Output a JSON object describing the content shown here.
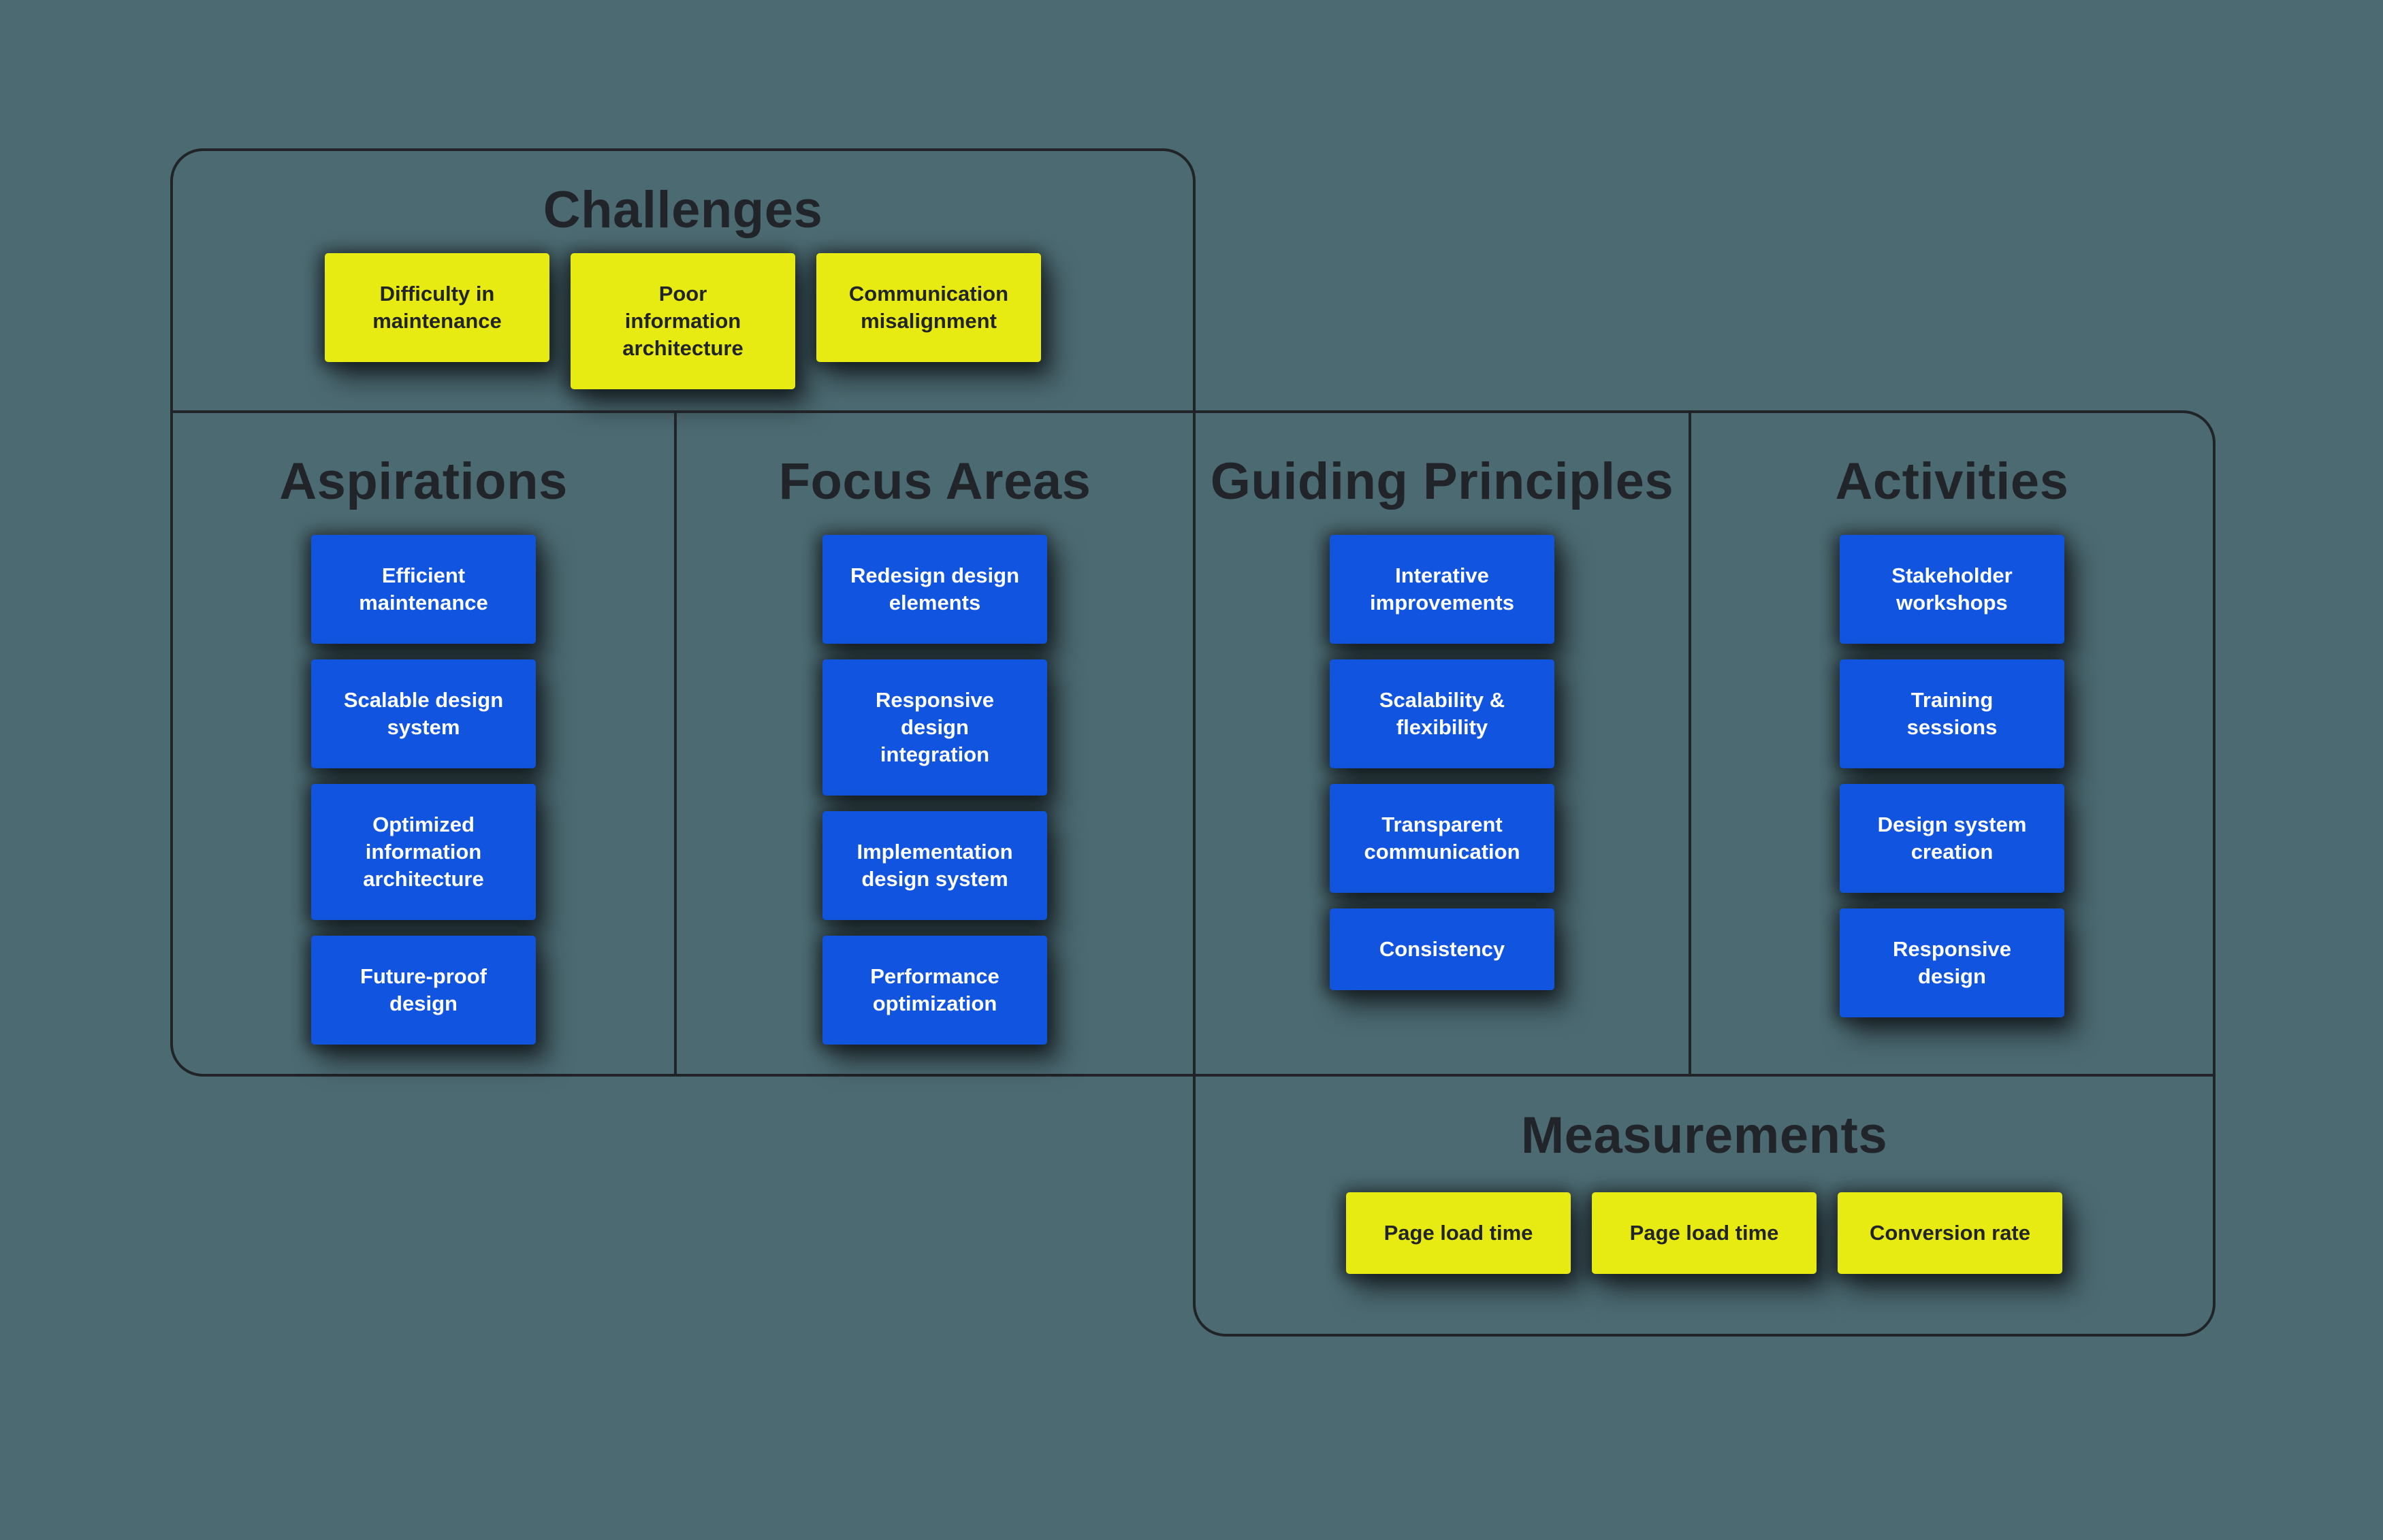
{
  "colors": {
    "background": "#4C6A72",
    "line": "#212426",
    "ink": "#212529",
    "blue": "#1154DF",
    "yellow": "#E8EB12",
    "text_light": "#FFFFFF"
  },
  "sections": {
    "challenges": {
      "title": "Challenges",
      "cards": [
        "Difficulty in\nmaintenance",
        "Poor\ninformation\narchitecture",
        "Communication\nmisalignment"
      ]
    },
    "aspirations": {
      "title": "Aspirations",
      "cards": [
        "Efficient\nmaintenance",
        "Scalable design\nsystem",
        "Optimized\ninformation\narchitecture",
        "Future-proof\ndesign"
      ]
    },
    "focus_areas": {
      "title": "Focus Areas",
      "cards": [
        "Redesign design\nelements",
        "Responsive\ndesign\nintegration",
        "Implementation\ndesign system",
        "Performance\noptimization"
      ]
    },
    "guiding_principles": {
      "title": "Guiding Principles",
      "cards": [
        "Interative\nimprovements",
        "Scalability &\nflexibility",
        "Transparent\ncommunication",
        "Consistency"
      ]
    },
    "activities": {
      "title": "Activities",
      "cards": [
        "Stakeholder\nworkshops",
        "Training\nsessions",
        "Design system\ncreation",
        "Responsive\ndesign"
      ]
    },
    "measurements": {
      "title": "Measurements",
      "cards": [
        "Page load time",
        "Page load time",
        "Conversion rate"
      ]
    }
  }
}
